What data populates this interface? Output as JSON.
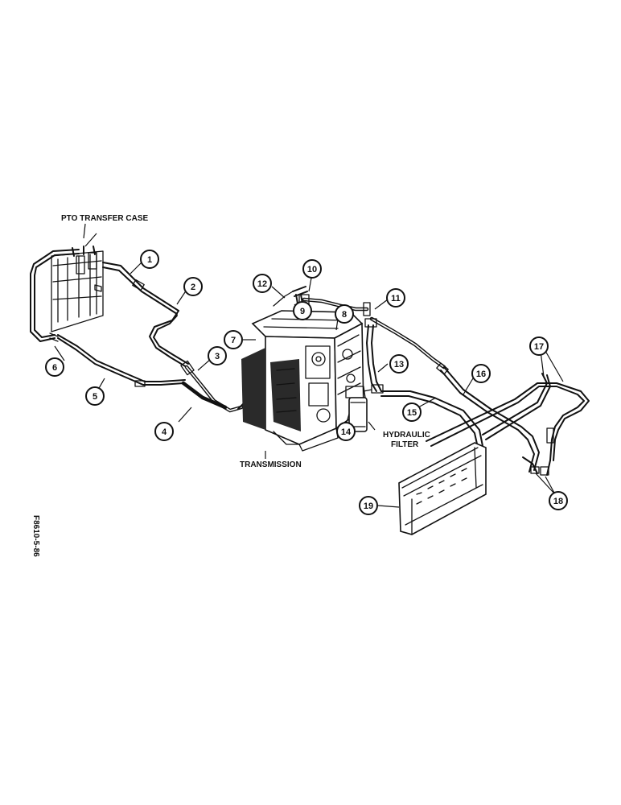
{
  "labels": {
    "pto_transfer_case": "PTO TRANSFER CASE",
    "transmission": "TRANSMISSION",
    "hydraulic_filter_line1": "HYDRAULIC",
    "hydraulic_filter_line2": "FILTER",
    "figure_code": "F8610-5-86"
  },
  "callouts": [
    {
      "id": "1",
      "text": "1"
    },
    {
      "id": "2",
      "text": "2"
    },
    {
      "id": "3",
      "text": "3"
    },
    {
      "id": "4",
      "text": "4"
    },
    {
      "id": "5",
      "text": "5"
    },
    {
      "id": "6",
      "text": "6"
    },
    {
      "id": "7",
      "text": "7"
    },
    {
      "id": "8",
      "text": "8"
    },
    {
      "id": "9",
      "text": "9"
    },
    {
      "id": "10",
      "text": "10"
    },
    {
      "id": "11",
      "text": "11"
    },
    {
      "id": "12",
      "text": "12"
    },
    {
      "id": "13",
      "text": "13"
    },
    {
      "id": "14",
      "text": "14"
    },
    {
      "id": "15",
      "text": "15"
    },
    {
      "id": "16",
      "text": "16"
    },
    {
      "id": "17",
      "text": "17"
    },
    {
      "id": "18",
      "text": "18"
    },
    {
      "id": "19",
      "text": "19"
    }
  ]
}
